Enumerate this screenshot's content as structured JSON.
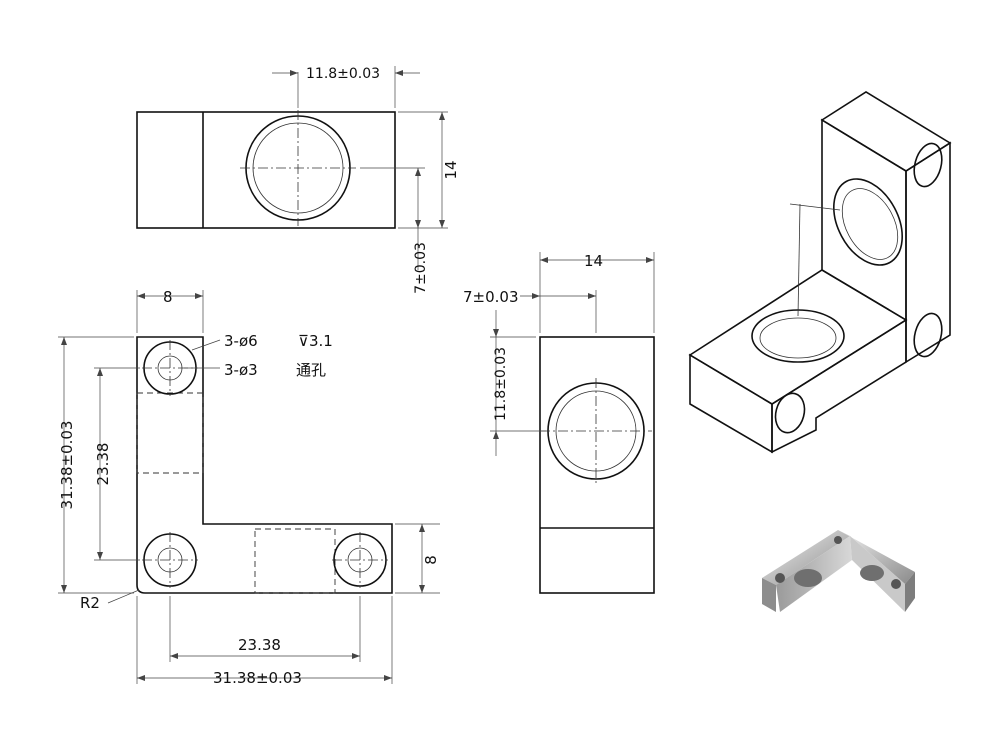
{
  "top_view": {
    "dim_hole_offset": "11.8±0.03",
    "dim_height": "14",
    "dim_center": "7±0.03"
  },
  "front_view": {
    "dim_width": "8",
    "hole_note_counterbore": "3-ø6",
    "hole_note_depth": "⊽3.1",
    "hole_note_through": "3-ø3",
    "hole_note_through_label": "通孔",
    "dim_total_height": "31.38±0.03",
    "dim_hole_spacing_vertical": "23.38",
    "dim_fillet": "R2",
    "dim_leg_height": "8",
    "dim_hole_spacing_horizontal": "23.38",
    "dim_total_width": "31.38±0.03"
  },
  "side_view": {
    "dim_width": "14",
    "dim_center": "7±0.03",
    "dim_hole_height": "11.8±0.03"
  },
  "product_photo": {
    "description_icon": "metal-bracket-photo-icon"
  }
}
